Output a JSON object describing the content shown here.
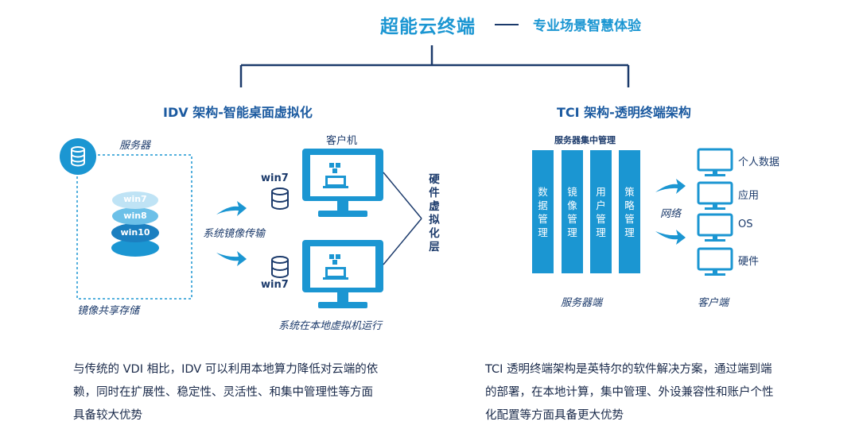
{
  "header": {
    "title": "超能云终端",
    "subtitle": "专业场景智慧体验"
  },
  "idv": {
    "title": "IDV 架构-智能桌面虚拟化",
    "server_label": "服务器",
    "storage_label": "镜像共享存储",
    "disk_layers": [
      "win7",
      "win8",
      "win10"
    ],
    "client_label": "客户机",
    "win_label_top": "win7",
    "win_label_bottom": "win7",
    "transfer_label": "系统镜像传输",
    "hardware_layer_label": "硬件虚拟化层",
    "local_run_label": "系统在本地虚拟机运行",
    "description_line1": "与传统的 VDI 相比，IDV 可以利用本地算力降低对云端的依",
    "description_line2": "赖，同时在扩展性、稳定性、灵活性、和集中管理性等方面",
    "description_line3": "具备较大优势"
  },
  "tci": {
    "title": "TCI 架构-透明终端架构",
    "mgmt_header": "服务器集中管理",
    "mgmt_columns": [
      "数据管理",
      "镜像管理",
      "用户管理",
      "策略管理"
    ],
    "network_label": "网络",
    "client_items": [
      "个人数据",
      "应用",
      "OS",
      "硬件"
    ],
    "server_end_label": "服务器端",
    "client_end_label": "客户端",
    "description_line1": "TCI 透明终端架构是英特尔的软件解决方案，通过端到端",
    "description_line2": "的部署，在本地计算，集中管理、外设兼容性和账户个性",
    "description_line3": "化配置等方面具备更大优势"
  },
  "colors": {
    "accent": "#1b96d2",
    "navy": "#1b3a6b",
    "light": "#a9d8f0"
  }
}
